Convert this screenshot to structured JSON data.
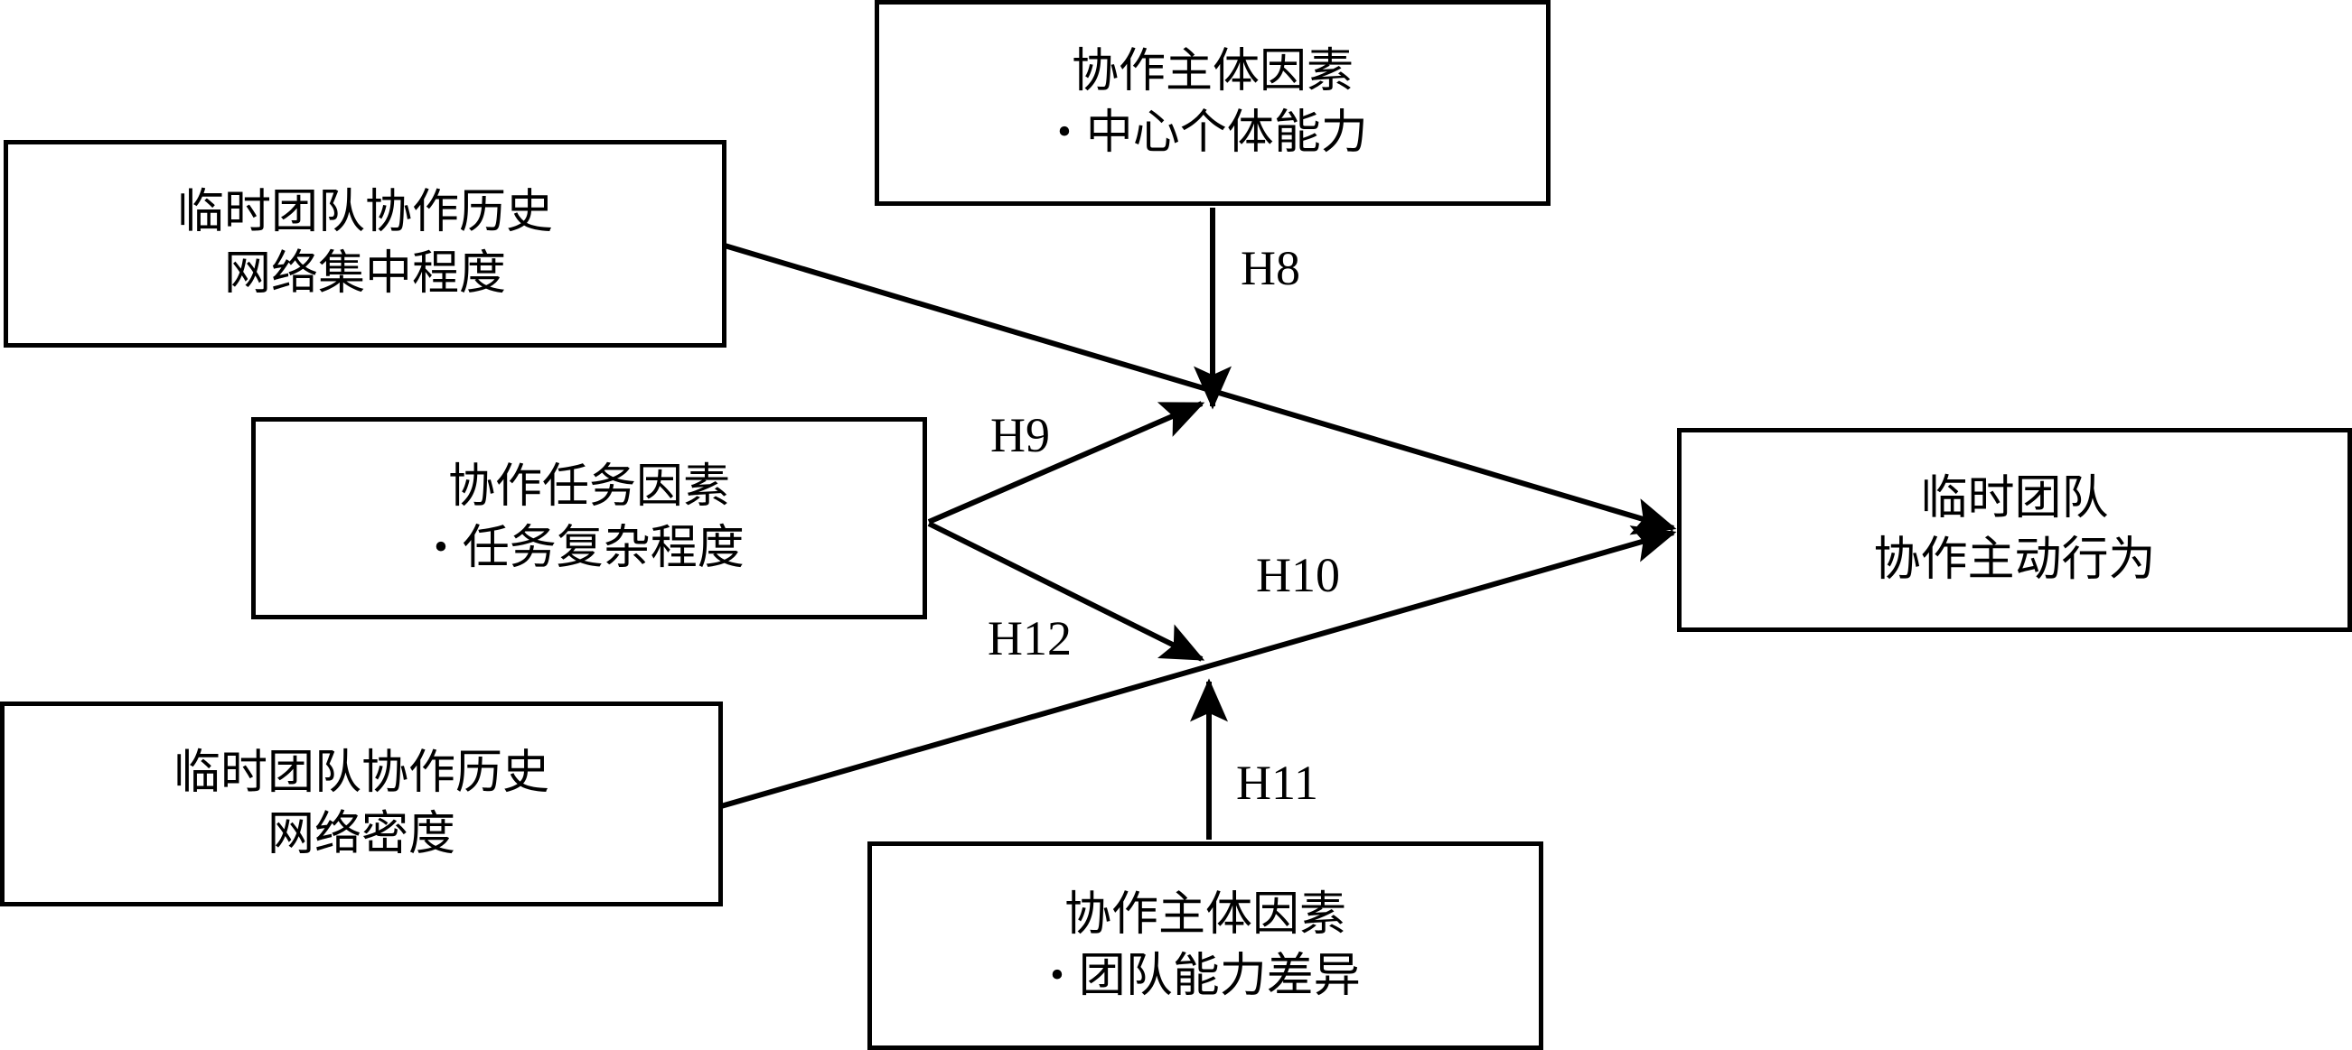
{
  "diagram": {
    "title": "",
    "background_color": "#ffffff",
    "stroke_color": "#000000",
    "nodes": [
      {
        "id": "history-centralization",
        "line1": "临时团队协作历史",
        "line2": "网络集中程度",
        "bullet": false
      },
      {
        "id": "subject-central-ability",
        "line1": "协作主体因素",
        "line2": "中心个体能力",
        "bullet": true
      },
      {
        "id": "task-factor",
        "line1": "协作任务因素",
        "line2": "任务复杂程度",
        "bullet": true
      },
      {
        "id": "history-density",
        "line1": "临时团队协作历史",
        "line2": "网络密度",
        "bullet": false
      },
      {
        "id": "subject-ability-diff",
        "line1": "协作主体因素",
        "line2": "团队能力差异",
        "bullet": true
      },
      {
        "id": "outcome",
        "line1": "临时团队",
        "line2": "协作主动行为",
        "bullet": false
      }
    ],
    "edge_labels": {
      "h8": "H8",
      "h9": "H9",
      "h10": "H10",
      "h11": "H11",
      "h12": "H12"
    },
    "edges": [
      {
        "id": "h8",
        "from": "subject-central-ability",
        "to": "upper-junction",
        "label": "H8",
        "arrow": true
      },
      {
        "id": "h9",
        "from": "task-factor",
        "to": "upper-junction",
        "label": "H9",
        "arrow": true
      },
      {
        "id": "h12",
        "from": "task-factor",
        "to": "lower-junction",
        "label": "H12",
        "arrow": true
      },
      {
        "id": "h11",
        "from": "subject-ability-diff",
        "to": "lower-junction",
        "label": "H11",
        "arrow": true
      },
      {
        "id": "main-upper",
        "from": "history-centralization",
        "to": "outcome",
        "label": "",
        "arrow": true
      },
      {
        "id": "h10",
        "from": "history-density",
        "to": "outcome",
        "label": "H10",
        "arrow": true
      }
    ]
  }
}
